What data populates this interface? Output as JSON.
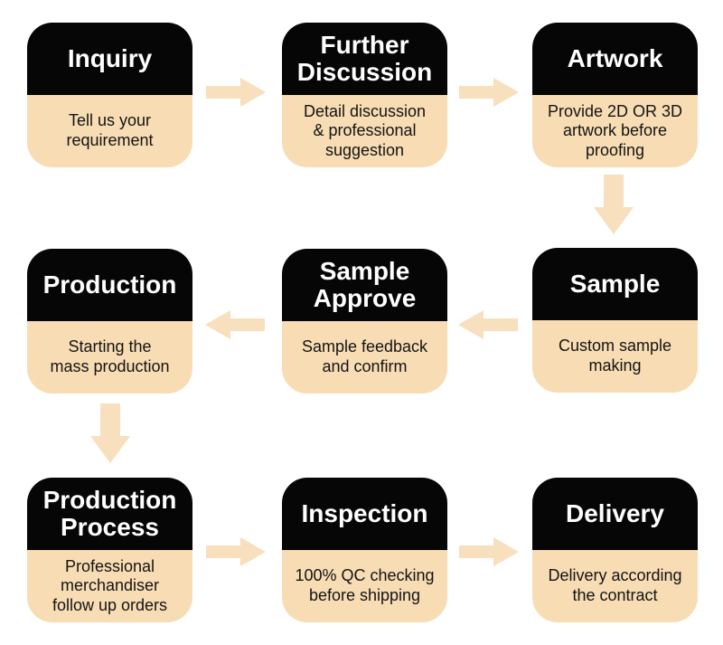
{
  "diagram": {
    "kind": "process-flowchart",
    "steps": [
      {
        "name": "Inquiry",
        "title": "Inquiry",
        "description": "Tell us your\nrequirement"
      },
      {
        "name": "Further Discussion",
        "title": "Further\nDiscussion",
        "description": "Detail discussion\n& professional\nsuggestion"
      },
      {
        "name": "Artwork",
        "title": "Artwork",
        "description": "Provide 2D OR 3D\nartwork before\nproofing"
      },
      {
        "name": "Production",
        "title": "Production",
        "description": "Starting the\nmass production"
      },
      {
        "name": "Sample Approve",
        "title": "Sample\nApprove",
        "description": "Sample feedback\nand confirm"
      },
      {
        "name": "Sample",
        "title": "Sample",
        "description": "Custom sample\nmaking"
      },
      {
        "name": "Production Process",
        "title": "Production\nProcess",
        "description": "Professional\nmerchandiser\nfollow up orders"
      },
      {
        "name": "Inspection",
        "title": "Inspection",
        "description": "100% QC checking\nbefore shipping"
      },
      {
        "name": "Delivery",
        "title": "Delivery",
        "description": "Delivery according\nthe contract"
      }
    ],
    "connections": [
      {
        "from": "Inquiry",
        "to": "Further Discussion",
        "direction": "right"
      },
      {
        "from": "Further Discussion",
        "to": "Artwork",
        "direction": "right"
      },
      {
        "from": "Artwork",
        "to": "Sample",
        "direction": "down"
      },
      {
        "from": "Sample",
        "to": "Sample Approve",
        "direction": "left"
      },
      {
        "from": "Sample Approve",
        "to": "Production",
        "direction": "left"
      },
      {
        "from": "Production",
        "to": "Production Process",
        "direction": "down"
      },
      {
        "from": "Production Process",
        "to": "Inspection",
        "direction": "right"
      },
      {
        "from": "Inspection",
        "to": "Delivery",
        "direction": "right"
      }
    ]
  },
  "colors": {
    "background": "#ffffff",
    "card_header_bg": "#060606",
    "card_body_bg": "#f7dcb4",
    "arrow_fill": "#f8dfbd",
    "title_text": "#ffffff",
    "body_text": "#141414"
  }
}
